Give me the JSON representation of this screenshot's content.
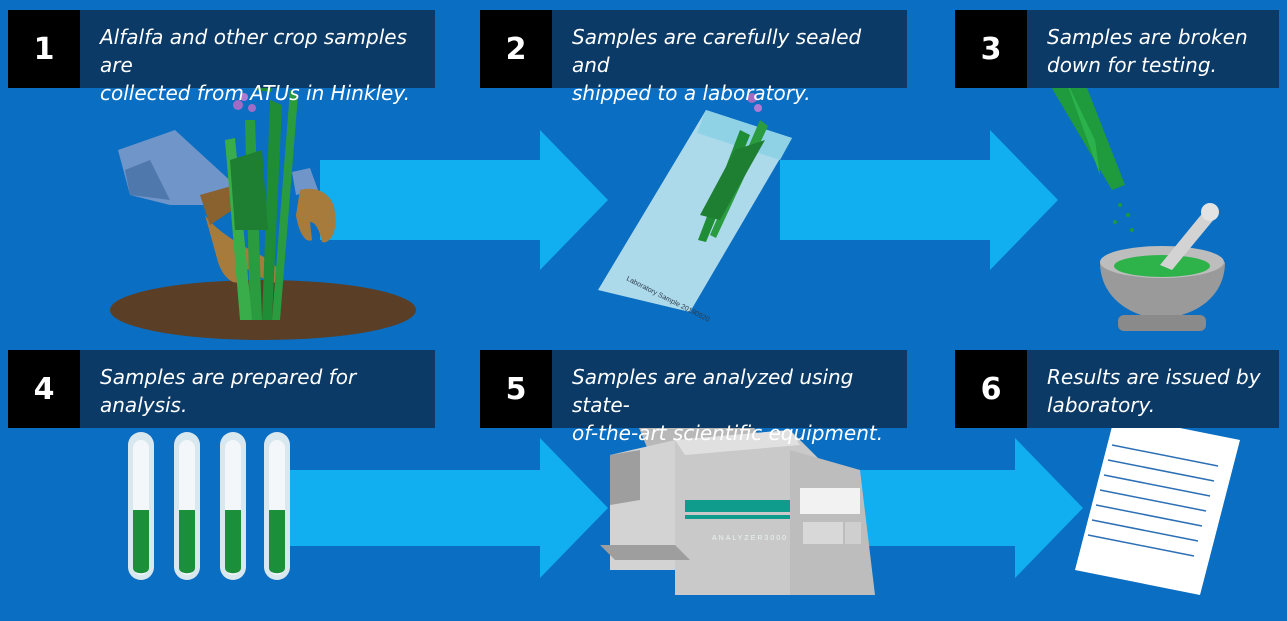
{
  "steps": [
    {
      "number": "1",
      "lines": [
        "Alfalfa and other crop samples are",
        "collected from ATUs in Hinkley."
      ]
    },
    {
      "number": "2",
      "lines": [
        "Samples are carefully sealed and",
        "shipped to a laboratory."
      ]
    },
    {
      "number": "3",
      "lines": [
        "Samples are broken",
        "down for testing."
      ]
    },
    {
      "number": "4",
      "lines": [
        "Samples are prepared for analysis.",
        ""
      ]
    },
    {
      "number": "5",
      "lines": [
        "Samples are analyzed using state-",
        "of-the-art scientific equipment."
      ]
    },
    {
      "number": "6",
      "lines": [
        "Results are issued by",
        "laboratory."
      ]
    }
  ],
  "labels": {
    "bag_label": "Laboratory Sample 20190920",
    "analyzer_label": "ANALYZER3000"
  },
  "colors": {
    "background": "#0a6ec2",
    "arrow": "#11aef0",
    "caption_bg": "#0c3a66",
    "badge_bg": "#000000",
    "plant_green": "#1f9a3c",
    "sample_green": "#1c8f3a"
  },
  "icons": [
    "hands-planting-icon",
    "sample-bag-icon",
    "mortar-pestle-icon",
    "test-tubes-icon",
    "analyzer-machine-icon",
    "report-document-icon"
  ]
}
